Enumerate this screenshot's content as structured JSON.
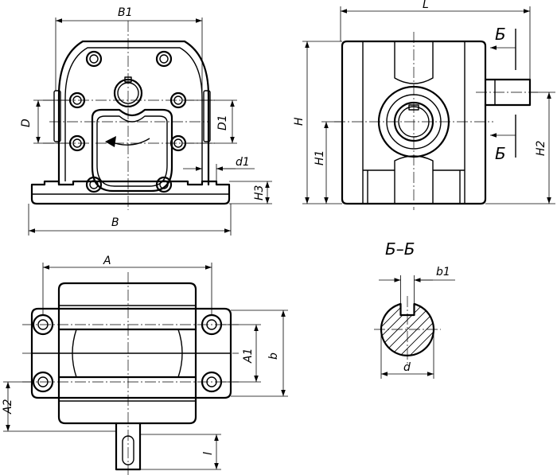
{
  "labels": {
    "B1": "B1",
    "L": "L",
    "D": "D",
    "D1": "D1",
    "d1": "d1",
    "H3": "H3",
    "B": "B",
    "H": "H",
    "H1": "H1",
    "H2": "H2",
    "A": "A",
    "A1": "A1",
    "b": "b",
    "A2": "A2",
    "l": "l",
    "b1": "b1",
    "d": "d",
    "section_mark_top": "Б",
    "section_mark_bottom": "Б",
    "section_title": "Б–Б"
  }
}
